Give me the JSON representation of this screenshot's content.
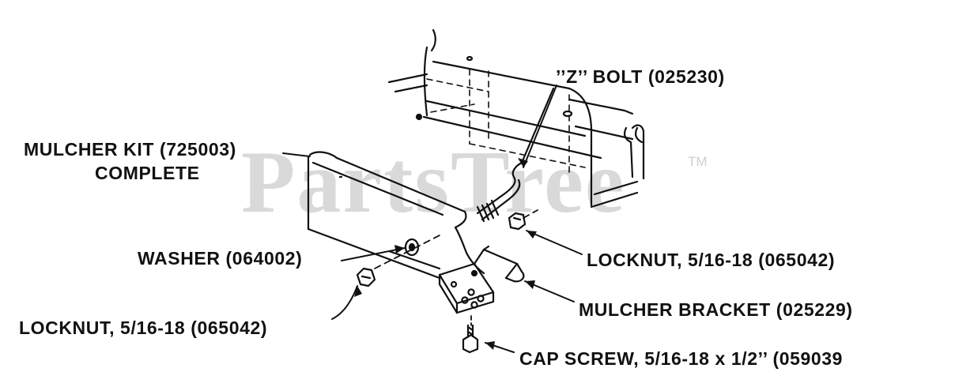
{
  "watermark": {
    "brand": "PartsTree",
    "tm": "TM"
  },
  "callouts": {
    "z_bolt": "’’Z’’ BOLT (025230)",
    "mulcher_kit_line1": "MULCHER KIT (725003)",
    "mulcher_kit_line2": "COMPLETE",
    "washer": "WASHER (064002)",
    "locknut_right": "LOCKNUT, 5/16-18 (065042)",
    "mulcher_bracket": "MULCHER BRACKET (025229)",
    "locknut_left": "LOCKNUT, 5/16-18 (065042)",
    "cap_screw": "CAP SCREW, 5/16-18 x 1/2’’ (059039"
  },
  "colors": {
    "ink": "#111111",
    "watermark": "#d9d9d9"
  }
}
